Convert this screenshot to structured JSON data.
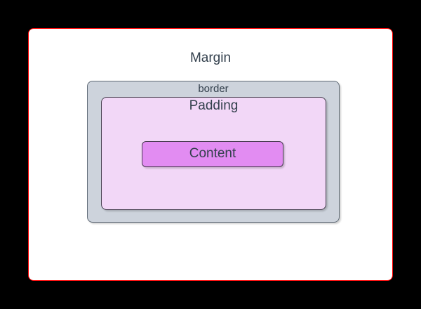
{
  "diagram": {
    "type": "css-box-model",
    "boxes": {
      "margin": {
        "label": "Margin"
      },
      "border": {
        "label": "border"
      },
      "padding": {
        "label": "Padding"
      },
      "content": {
        "label": "Content"
      }
    }
  },
  "colors": {
    "background": "#000000",
    "text": "#33404d",
    "margin_fill": "#ffffff",
    "margin_border": "#ff0000",
    "border_fill": "#cdd3dc",
    "border_stroke": "#5f6a76",
    "padding_fill": "#f2d7f7",
    "padding_stroke": "#46404f",
    "content_fill": "#e28cf2",
    "content_stroke": "#4a3c52"
  }
}
